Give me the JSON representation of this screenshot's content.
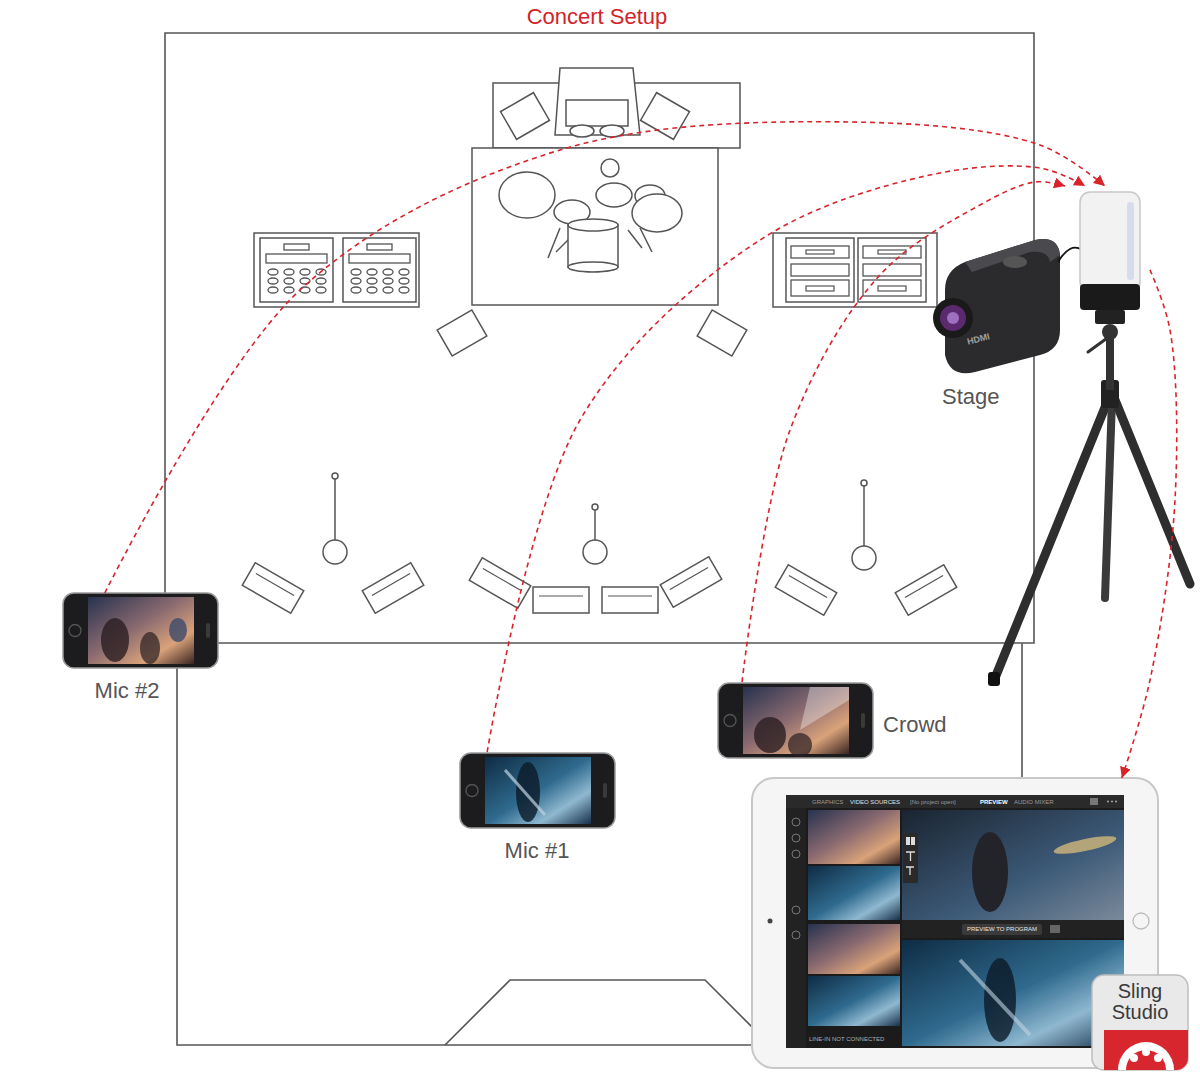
{
  "diagram": {
    "title": "Concert Setup",
    "nodes": [
      {
        "text": [
          "Stage"
        ]
      },
      {
        "text": [
          "Mic #2"
        ]
      },
      {
        "text": [
          "Crowd"
        ]
      },
      {
        "text": [
          "Mic #1"
        ]
      },
      {
        "text": [
          "GRAPHICS",
          "VIDEO SOURCES",
          "[No project open]",
          "PREVIEW",
          "AUDIO MIXER",
          "PREVIEW TO PROGRAM",
          "LINE-IN NOT CONNECTED"
        ]
      },
      {
        "text": [
          "Sling Studio"
        ],
        "in": 4
      }
    ],
    "edges": [
      {
        "from": 1,
        "to": 0,
        "arrow": "to"
      },
      {
        "from": 3,
        "to": 0,
        "arrow": "to"
      },
      {
        "from": 2,
        "to": 0,
        "arrow": "to"
      },
      {
        "from": 0,
        "to": 4,
        "arrow": "to"
      }
    ],
    "labels": [
      "HDMI"
    ]
  }
}
